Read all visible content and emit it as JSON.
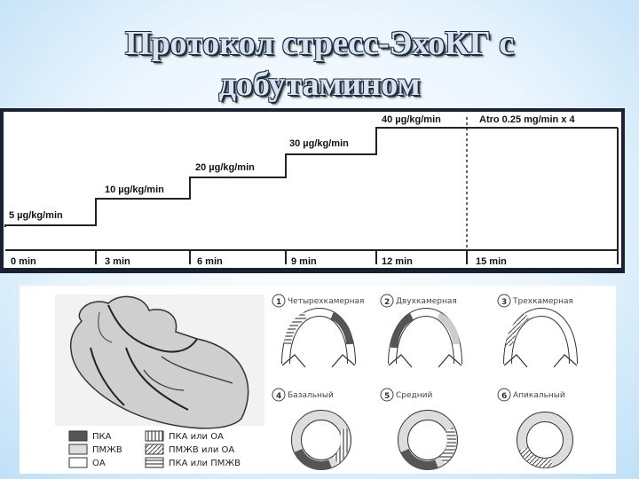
{
  "slide": {
    "title_line1": "Протокол стресс-ЭхоКГ с",
    "title_line2": "добутамином"
  },
  "protocol": {
    "doses": [
      "5 µg/kg/min",
      "10 µg/kg/min",
      "20 µg/kg/min",
      "30 µg/kg/min",
      "40 µg/kg/min"
    ],
    "atropine": "Atro 0.25 mg/min x 4",
    "times": [
      "0 min",
      "3 min",
      "6 min",
      "9 min",
      "12 min",
      "15 min"
    ]
  },
  "segments": {
    "views": [
      {
        "num": "1",
        "label": "Четырехкамерная"
      },
      {
        "num": "2",
        "label": "Двухкамерная"
      },
      {
        "num": "3",
        "label": "Трехкамерная"
      },
      {
        "num": "4",
        "label": "Базальный"
      },
      {
        "num": "5",
        "label": "Средний"
      },
      {
        "num": "6",
        "label": "Апикальный"
      }
    ],
    "legend": [
      {
        "label": "ПКА",
        "fill": "#555555"
      },
      {
        "label": "ПКА или ОА",
        "fill": "hatch-v"
      },
      {
        "label": "ПМЖВ",
        "fill": "#dddddd"
      },
      {
        "label": "ПМЖВ или ОА",
        "fill": "hatch-d"
      },
      {
        "label": "ОА",
        "fill": "#ffffff"
      },
      {
        "label": "ПКА или ПМЖВ",
        "fill": "hatch-h"
      }
    ]
  }
}
